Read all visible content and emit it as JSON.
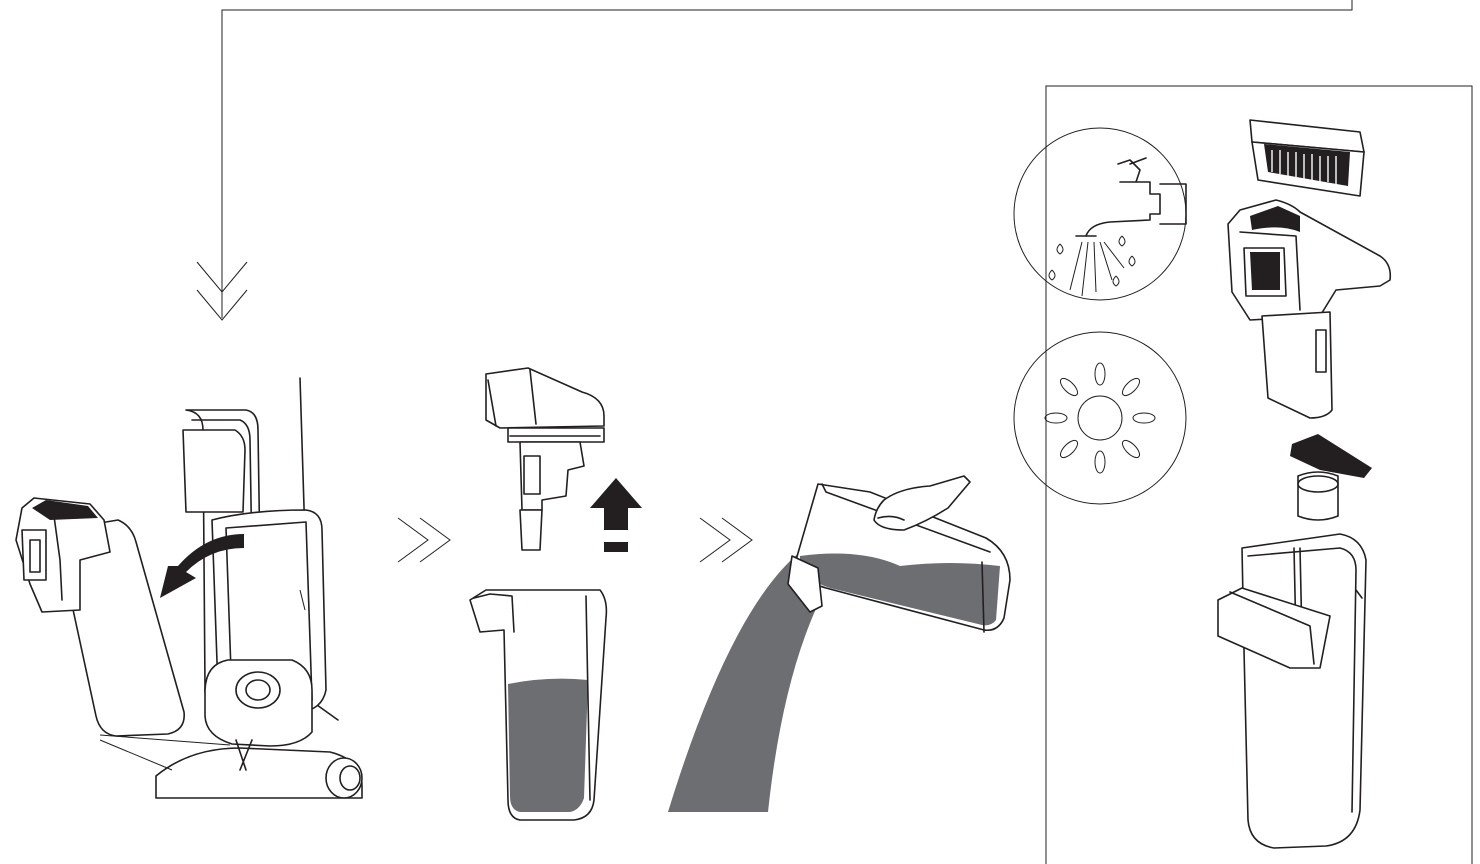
{
  "figure": {
    "kind": "instruction-illustration",
    "steps": [
      {
        "icon": "remove-tank",
        "arrow": "curved-arrow-left"
      },
      {
        "icon": "separate-lid",
        "arrow": "up-arrow"
      },
      {
        "icon": "empty-dirty-water"
      }
    ],
    "side_panel": {
      "icons": [
        "rinse-under-tap",
        "air-dry-sun"
      ],
      "parts": [
        "filter",
        "tank-lid",
        "float",
        "tank-body"
      ]
    },
    "colors": {
      "line": "#231f20",
      "water": "#6d6e71",
      "background": "#ffffff"
    }
  }
}
